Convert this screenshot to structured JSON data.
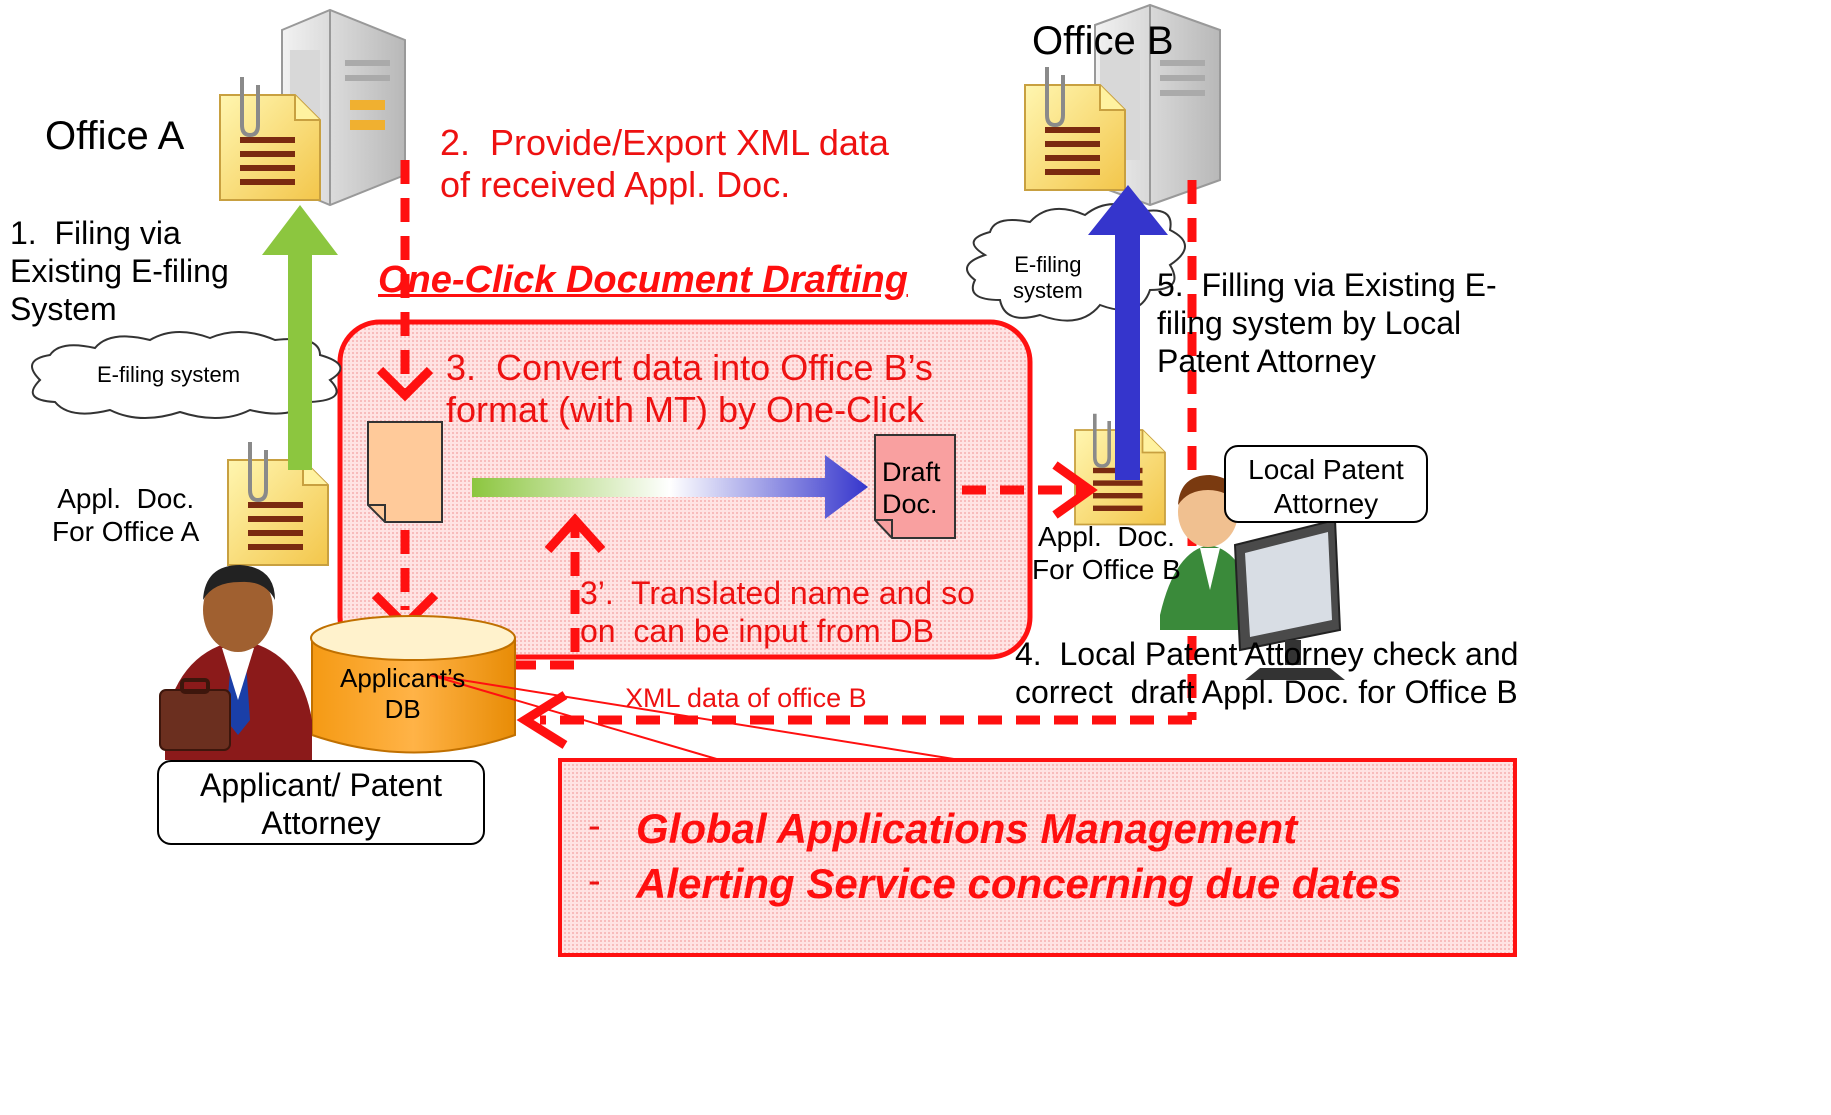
{
  "office_a": {
    "label": "Office A"
  },
  "office_b": {
    "label": "Office B"
  },
  "step1": {
    "text": "1.  Filing via\nExisting E-filing\nSystem"
  },
  "efiling_a": {
    "label": "E-filing system"
  },
  "step2": {
    "text": "2.  Provide/Export XML data\nof received Appl. Doc."
  },
  "one_click": {
    "title": "One-Click Document Drafting"
  },
  "efiling_b": {
    "label": "E-filing\nsystem"
  },
  "step5": {
    "text": "5.  Filling via Existing E-\nfiling system by Local\nPatent Attorney"
  },
  "step3": {
    "text": "3.  Convert data into Office B’s\nformat (with MT) by One-Click"
  },
  "draft_doc": {
    "label": "Draft\nDoc."
  },
  "local_attorney": {
    "label": "Local Patent\nAttorney"
  },
  "appl_doc_a": {
    "label": "Appl.  Doc.\nFor Office A"
  },
  "appl_doc_b": {
    "label": "Appl.  Doc.\nFor Office B"
  },
  "step3prime": {
    "text": "3’.  Translated name and so\non  can be input from DB"
  },
  "step4": {
    "text": "4.  Local Patent Attorney check and\ncorrect  draft Appl. Doc. for Office B"
  },
  "applicant_db": {
    "label": "Applicant’s\nDB"
  },
  "xml_office_b": {
    "label": "XML data of office B"
  },
  "applicant": {
    "label": "Applicant/\nPatent Attorney"
  },
  "services": {
    "bullet": "-",
    "items": [
      "Global Applications Management",
      "Alerting Service concerning due dates"
    ]
  },
  "colors": {
    "red": "#ff0000",
    "green_arrow": "#8cc63f",
    "blue_arrow": "#3535cc",
    "pink_panel": "#ffd6d6",
    "db_orange": "#f7a21b"
  },
  "icons": [
    "server-icon",
    "document-icon",
    "person-icon",
    "computer-icon",
    "database-icon",
    "cloud-icon"
  ]
}
